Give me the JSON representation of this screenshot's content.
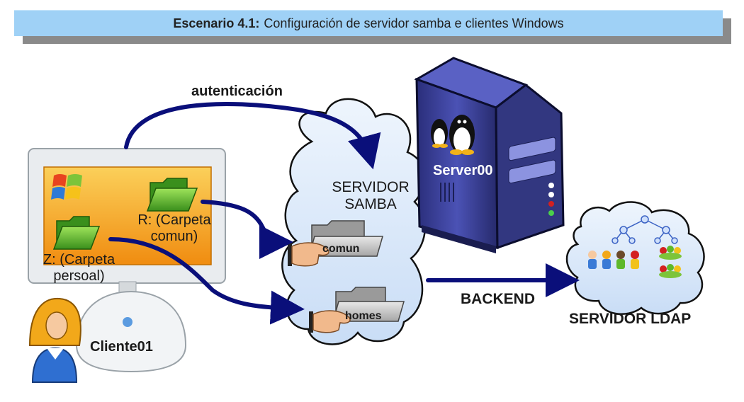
{
  "title": {
    "prefix": "Escenario 4.1:",
    "text": "Configuración de servidor samba e clientes Windows"
  },
  "labels": {
    "auth": "autenticación",
    "samba_line1": "SERVIDOR",
    "samba_line2": "SAMBA",
    "server": "Server00",
    "backend": "BACKEND",
    "ldap": "SERVIDOR LDAP",
    "client": "Cliente01",
    "share_r_line1": "R: (Carpeta",
    "share_r_line2": "comun)",
    "share_z_line1": "Z: (Carpeta",
    "share_z_line2": "persoal)",
    "folder_comun": "comun",
    "folder_homes": "homes"
  },
  "icons": [
    "windows-logo-icon",
    "green-folder-icon",
    "tux-icon",
    "server-tower-icon",
    "cloud-icon",
    "gray-folder-icon",
    "hand-icon",
    "user-avatar-icon",
    "tree-icon",
    "people-icon"
  ],
  "colors": {
    "banner": "#9fd1f6",
    "arrow": "#0a0f7a",
    "screen": "#f7a11a",
    "folder_green": "#5fb82a",
    "server_body": "#3a3f9a",
    "cloud": "#dbe9fa"
  }
}
